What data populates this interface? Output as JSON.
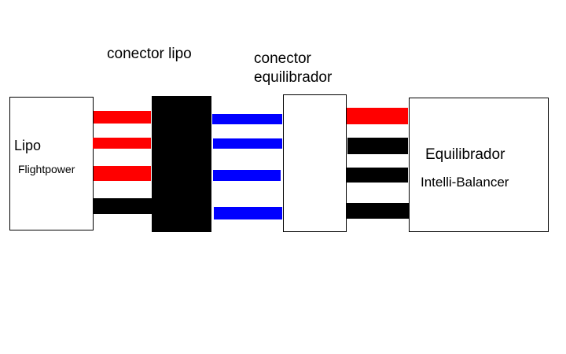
{
  "labels": {
    "conector_lipo": "conector lipo",
    "conector_equilibrador_line1": "conector",
    "conector_equilibrador_line2": "equilibrador",
    "lipo_title": "Lipo",
    "lipo_subtitle": "Flightpower",
    "equilibrador_title": "Equilibrador",
    "equilibrador_subtitle": "Intelli-Balancer"
  },
  "colors": {
    "red": "#ff0000",
    "black": "#000000",
    "blue": "#0000ff",
    "box_fill": "#ffffff",
    "box_border": "#000000"
  },
  "wires": {
    "lipo_to_connector": [
      "red",
      "red",
      "red",
      "black"
    ],
    "connector_to_balancer_connector": [
      "blue",
      "blue",
      "blue",
      "blue"
    ],
    "balancer_connector_to_equilibrador": [
      "red",
      "black",
      "black",
      "black"
    ]
  }
}
